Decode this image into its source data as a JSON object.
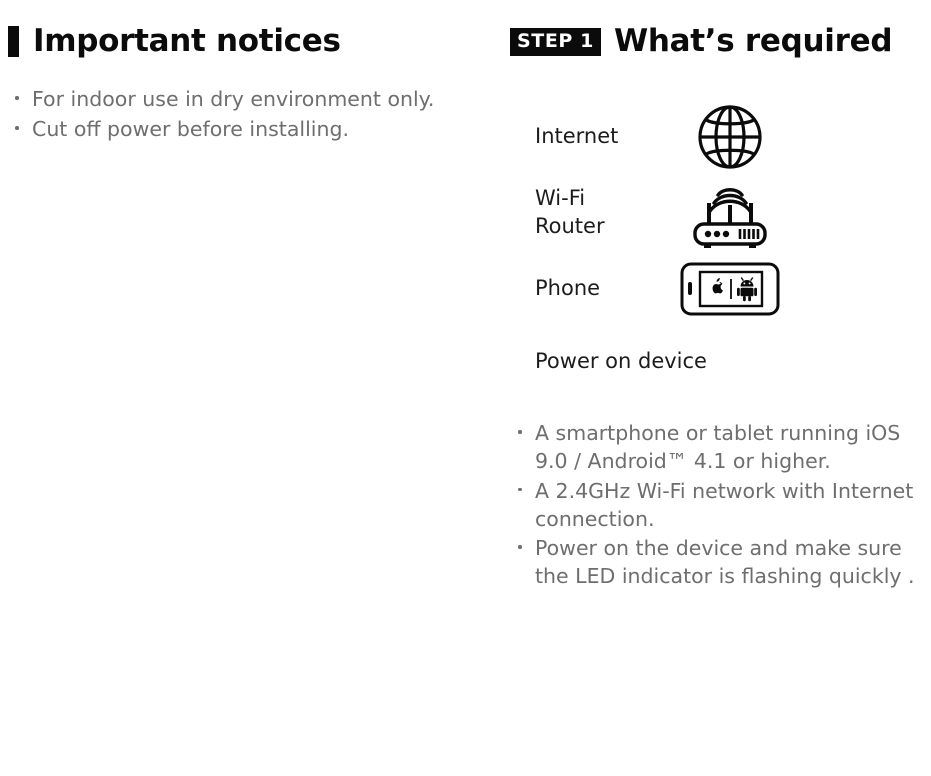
{
  "notices": {
    "heading": "Important notices",
    "items": [
      "For indoor use in dry environment only.",
      "Cut off power before installing."
    ]
  },
  "step": {
    "badge": "STEP 1",
    "title": "What’s required",
    "requirements": [
      {
        "label": "Internet",
        "icon": "globe-icon"
      },
      {
        "label": "Wi-Fi\nRouter",
        "icon": "wifi-router-icon"
      },
      {
        "label": "Phone",
        "icon": "phone-icon"
      }
    ],
    "power_on_text": "Power on device",
    "details": [
      "A smartphone or tablet running iOS 9.0 / Android™ 4.1 or higher.",
      "A 2.4GHz Wi-Fi network with Internet connection.",
      "Power on the device and make sure the LED indicator is flashing quickly ."
    ]
  },
  "colors": {
    "ink": "#0b0b0b",
    "body_text": "#6e6e6e",
    "label_text": "#1c1c1c",
    "background": "#ffffff"
  }
}
